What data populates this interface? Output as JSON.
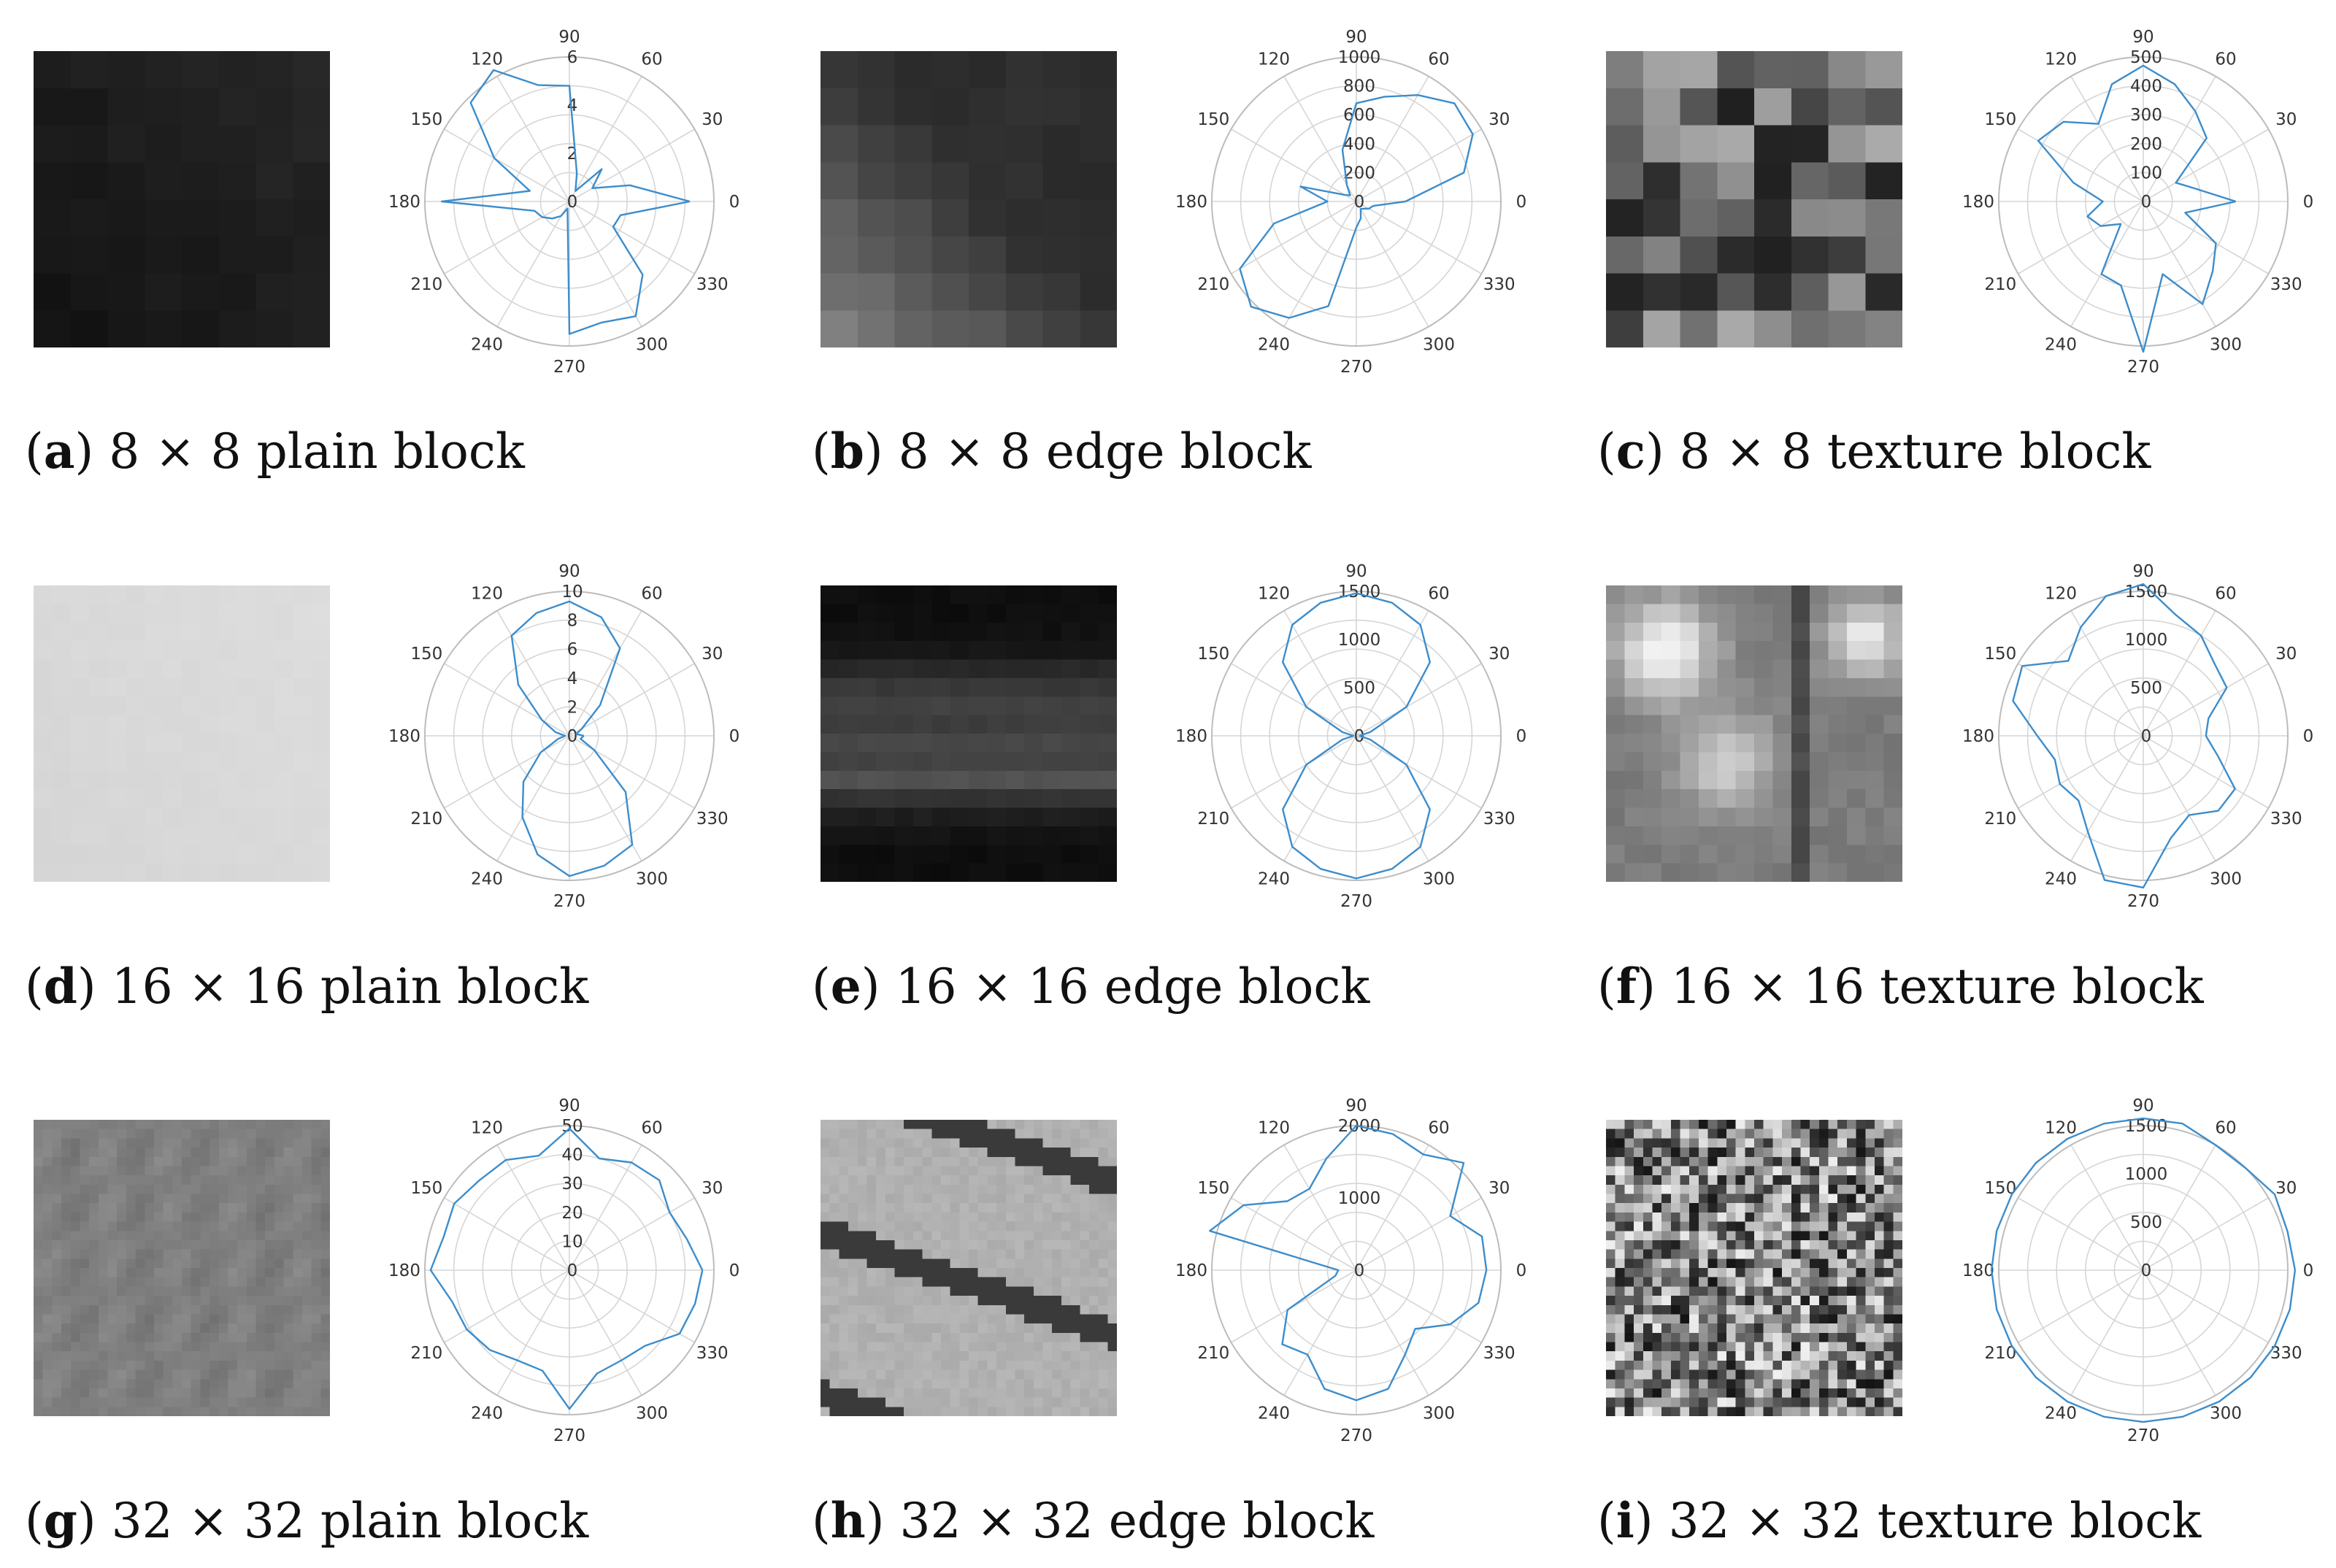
{
  "figure": {
    "line_color": "#3c8dcc",
    "grid_color": "#d6d6d6"
  },
  "chart_data": [
    {
      "type": "polar-line",
      "caption_letter": "a",
      "caption_text": "8 × 8 plain block",
      "theta_ticks": [
        "0",
        "30",
        "60",
        "90",
        "120",
        "150",
        "180",
        "210",
        "240",
        "270",
        "300",
        "330"
      ],
      "r_ticks": [
        "0",
        "2",
        "4",
        "6"
      ],
      "rlim": [
        0,
        6
      ],
      "theta": [
        0,
        15,
        30,
        45,
        60,
        75,
        90,
        105,
        120,
        135,
        150,
        165,
        180,
        195,
        210,
        225,
        240,
        255,
        270,
        285,
        300,
        315,
        330,
        345
      ],
      "r": [
        5,
        2.6,
        1.1,
        1.9,
        0.5,
        1.2,
        4.8,
        5.0,
        6.5,
        5.8,
        3.6,
        1.7,
        5.3,
        1.5,
        1.3,
        1.0,
        0.7,
        0.3,
        5.5,
        5.2,
        5.5,
        4.3,
        2.1,
        2.2
      ],
      "block": {
        "grid": 8,
        "min": 16,
        "max": 42,
        "pattern": "plain"
      }
    },
    {
      "type": "polar-line",
      "caption_letter": "b",
      "caption_text": "8 × 8 edge block",
      "theta_ticks": [
        "0",
        "30",
        "60",
        "90",
        "120",
        "150",
        "180",
        "210",
        "240",
        "270",
        "300",
        "330"
      ],
      "r_ticks": [
        "0",
        "200",
        "400",
        "600",
        "800",
        "1000"
      ],
      "rlim": [
        0,
        1000
      ],
      "theta": [
        0,
        15,
        30,
        45,
        60,
        75,
        90,
        105,
        120,
        135,
        150,
        165,
        180,
        195,
        210,
        225,
        240,
        255,
        270,
        285,
        300,
        315,
        330,
        345
      ],
      "r": [
        340,
        770,
        930,
        960,
        850,
        750,
        680,
        370,
        130,
        60,
        90,
        400,
        200,
        590,
        930,
        1030,
        930,
        750,
        180,
        120,
        60,
        70,
        100,
        120
      ],
      "block": {
        "grid": 8,
        "min": 40,
        "max": 130,
        "pattern": "edge-diag"
      }
    },
    {
      "type": "polar-line",
      "caption_letter": "c",
      "caption_text": "8 × 8 texture block",
      "theta_ticks": [
        "0",
        "30",
        "60",
        "90",
        "120",
        "150",
        "180",
        "210",
        "240",
        "270",
        "300",
        "330"
      ],
      "r_ticks": [
        "0",
        "100",
        "200",
        "300",
        "400",
        "500"
      ],
      "rlim": [
        0,
        500
      ],
      "theta": [
        0,
        15,
        30,
        45,
        60,
        75,
        90,
        105,
        120,
        135,
        150,
        165,
        180,
        195,
        210,
        225,
        240,
        255,
        270,
        285,
        300,
        315,
        330,
        345
      ],
      "r": [
        320,
        180,
        130,
        310,
        360,
        420,
        470,
        420,
        310,
        390,
        420,
        250,
        140,
        200,
        170,
        110,
        290,
        300,
        520,
        260,
        410,
        340,
        290,
        150
      ],
      "block": {
        "grid": 8,
        "min": 30,
        "max": 170,
        "pattern": "texture"
      }
    },
    {
      "type": "polar-line",
      "caption_letter": "d",
      "caption_text": "16 × 16 plain block",
      "theta_ticks": [
        "0",
        "30",
        "60",
        "90",
        "120",
        "150",
        "180",
        "210",
        "240",
        "270",
        "300",
        "330"
      ],
      "r_ticks": [
        "0",
        "2",
        "4",
        "6",
        "8",
        "10"
      ],
      "rlim": [
        0,
        10
      ],
      "theta": [
        0,
        15,
        30,
        45,
        60,
        75,
        90,
        105,
        120,
        135,
        150,
        165,
        180,
        195,
        210,
        225,
        240,
        255,
        270,
        285,
        300,
        315,
        330,
        345
      ],
      "r": [
        1.0,
        0.5,
        1.0,
        3.0,
        7.0,
        8.5,
        9.3,
        8.8,
        8.0,
        5.0,
        2.2,
        1.0,
        0.3,
        0.8,
        2.3,
        4.5,
        6.5,
        8.5,
        9.7,
        9.3,
        8.7,
        5.5,
        2.0,
        0.8
      ],
      "block": {
        "grid": 16,
        "min": 212,
        "max": 222,
        "pattern": "plain"
      }
    },
    {
      "type": "polar-line",
      "caption_letter": "e",
      "caption_text": "16 × 16 edge block",
      "theta_ticks": [
        "0",
        "30",
        "60",
        "90",
        "120",
        "150",
        "180",
        "210",
        "240",
        "270",
        "300",
        "330"
      ],
      "r_ticks": [
        "0",
        "500",
        "1000",
        "1500"
      ],
      "rlim": [
        0,
        1500
      ],
      "theta": [
        0,
        15,
        30,
        45,
        60,
        75,
        90,
        105,
        120,
        135,
        150,
        165,
        180,
        195,
        210,
        225,
        240,
        255,
        270,
        285,
        300,
        315,
        330,
        345
      ],
      "r": [
        30,
        150,
        600,
        1080,
        1330,
        1430,
        1480,
        1430,
        1330,
        1080,
        600,
        150,
        30,
        150,
        600,
        1080,
        1330,
        1430,
        1480,
        1430,
        1330,
        1080,
        600,
        150
      ],
      "block": {
        "grid": 16,
        "min": 6,
        "max": 110,
        "pattern": "edge-horiz"
      }
    },
    {
      "type": "polar-line",
      "caption_letter": "f",
      "caption_text": "16 × 16 texture block",
      "theta_ticks": [
        "0",
        "30",
        "60",
        "90",
        "120",
        "150",
        "180",
        "210",
        "240",
        "270",
        "300",
        "330"
      ],
      "r_ticks": [
        "0",
        "500",
        "1000",
        "1500"
      ],
      "rlim": [
        0,
        1500
      ],
      "theta": [
        0,
        15,
        30,
        45,
        60,
        75,
        90,
        105,
        120,
        135,
        150,
        165,
        180,
        195,
        210,
        225,
        240,
        255,
        270,
        285,
        300,
        315,
        330,
        345
      ],
      "r": [
        650,
        700,
        1000,
        1050,
        1200,
        1300,
        1850,
        1500,
        1300,
        1100,
        1450,
        1400,
        1100,
        950,
        1000,
        950,
        1150,
        1550,
        1800,
        1100,
        950,
        1100,
        1100,
        800
      ],
      "block": {
        "grid": 16,
        "min": 70,
        "max": 250,
        "pattern": "texture-smooth"
      }
    },
    {
      "type": "polar-line",
      "caption_letter": "g",
      "caption_text": "32 × 32 plain block",
      "theta_ticks": [
        "0",
        "30",
        "60",
        "90",
        "120",
        "150",
        "180",
        "210",
        "240",
        "270",
        "300",
        "330"
      ],
      "r_ticks": [
        "0",
        "10",
        "20",
        "30",
        "40",
        "50"
      ],
      "rlim": [
        0,
        50
      ],
      "theta": [
        0,
        15,
        30,
        45,
        60,
        75,
        90,
        105,
        120,
        135,
        150,
        165,
        180,
        195,
        210,
        225,
        240,
        255,
        270,
        285,
        300,
        315,
        330,
        345
      ],
      "r": [
        46,
        42,
        40,
        44,
        43,
        40,
        49,
        41,
        44,
        44,
        46,
        45,
        48,
        42,
        41,
        39,
        36,
        36,
        48,
        37,
        36,
        37,
        44,
        45
      ],
      "block": {
        "grid": 32,
        "min": 105,
        "max": 140,
        "pattern": "plain-ripple"
      }
    },
    {
      "type": "polar-line",
      "caption_letter": "h",
      "caption_text": "32 × 32 edge block",
      "theta_ticks": [
        "0",
        "30",
        "60",
        "90",
        "120",
        "150",
        "180",
        "210",
        "240",
        "270",
        "300",
        "330"
      ],
      "r_ticks": [
        "0",
        "1000",
        "2000"
      ],
      "rlim": [
        0,
        2000
      ],
      "theta": [
        0,
        15,
        30,
        45,
        60,
        75,
        90,
        105,
        120,
        135,
        150,
        165,
        180,
        195,
        210,
        225,
        240,
        255,
        270,
        285,
        300,
        315,
        330,
        345
      ],
      "r": [
        1800,
        1800,
        1500,
        2100,
        1850,
        1950,
        2000,
        1600,
        1300,
        1350,
        1800,
        2200,
        250,
        300,
        1100,
        1450,
        1350,
        1700,
        1800,
        1700,
        1350,
        1150,
        1500,
        1750
      ],
      "block": {
        "grid": 32,
        "min": 40,
        "max": 215,
        "pattern": "edge-stripes"
      }
    },
    {
      "type": "polar-line",
      "caption_letter": "i",
      "caption_text": "32 × 32 texture block",
      "theta_ticks": [
        "0",
        "30",
        "60",
        "90",
        "120",
        "150",
        "180",
        "210",
        "240",
        "270",
        "300",
        "330"
      ],
      "r_ticks": [
        "0",
        "500",
        "1000",
        "1500"
      ],
      "rlim": [
        0,
        1500
      ],
      "theta": [
        0,
        15,
        30,
        45,
        60,
        75,
        90,
        105,
        120,
        135,
        150,
        165,
        180,
        195,
        210,
        225,
        240,
        255,
        270,
        285,
        300,
        315,
        330,
        345
      ],
      "r": [
        1800,
        1550,
        1700,
        1500,
        1500,
        1800,
        1800,
        1700,
        1850,
        1700,
        1800,
        1700,
        1900,
        1700,
        1750,
        1700,
        1650,
        1750,
        1800,
        1700,
        1700,
        1650,
        1750,
        1600
      ],
      "block": {
        "grid": 32,
        "min": 20,
        "max": 240,
        "pattern": "noise"
      }
    }
  ]
}
